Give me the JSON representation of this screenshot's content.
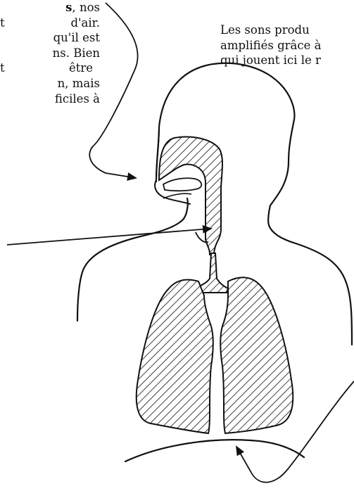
{
  "left_text": {
    "line1_bold": "s",
    "line1_rest": ",  nos",
    "line2_a": "t",
    "line2_b": "d'air.",
    "line3": "qu'il est",
    "line4": "ns. Bien",
    "line5_a": "t",
    "line5_b": "être",
    "line6": "n, mais",
    "line7": "ficiles à"
  },
  "right_text": {
    "line1": "Les sons produ",
    "line2": "amplifiés grâce à",
    "line3": "qui jouent ici le r"
  },
  "colors": {
    "ink": "#111111",
    "background": "#ffffff"
  }
}
